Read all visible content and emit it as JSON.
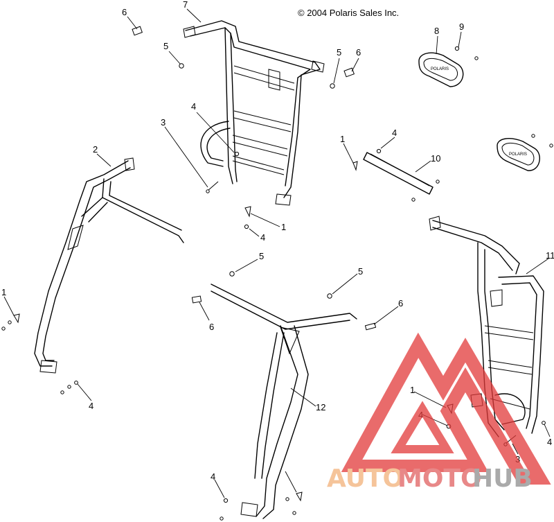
{
  "copyright": "© 2004 Polaris Sales Inc.",
  "callouts": {
    "c6a": "6",
    "c7": "7",
    "c5a": "5",
    "c8": "8",
    "c9": "9",
    "c5b": "5",
    "c6b": "6",
    "c4a": "4",
    "c3a": "3",
    "c2": "2",
    "c1a": "1",
    "c4b": "4",
    "c10": "10",
    "c1b": "1",
    "c4c": "4",
    "c5c": "5",
    "c5d": "5",
    "c11": "11",
    "c1c": "1",
    "c6c": "6",
    "c6d": "6",
    "c12": "12",
    "c4d": "4",
    "c1d": "1",
    "c4e": "4",
    "c4f": "4",
    "c3b": "3",
    "c4g": "4"
  },
  "watermark": {
    "part1": "AUTO",
    "part2": "MOTO",
    "part3": "HUB",
    "color1": "#f5c49a",
    "color2": "#e88888",
    "color3": "#aaaaaa"
  },
  "colors": {
    "line": "#000000",
    "background": "#ffffff",
    "watermark_red": "#e23a3a"
  }
}
